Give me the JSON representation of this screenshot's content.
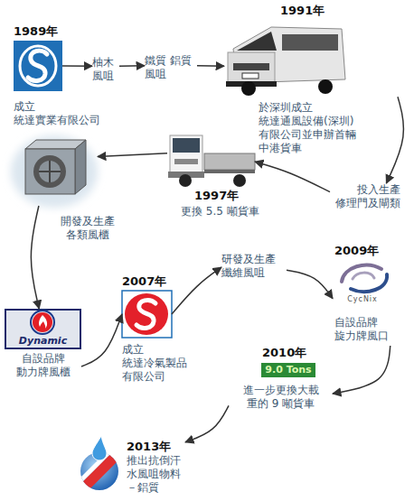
{
  "diagram": {
    "nodes": [
      {
        "text": [
          "1989年",
          "成立 統達實業有限公司"
        ]
      },
      {
        "text": [
          "柚木 風咀"
        ]
      },
      {
        "text": [
          "鐵質 鋁質 風咀"
        ]
      },
      {
        "text": [
          "1991年",
          "於深圳成立 統達通風設備(深圳) 有限公司並申辦首輛 中港貨車"
        ]
      },
      {
        "text": [
          "投入生產 修理門及閘類"
        ]
      },
      {
        "text": [
          "1997年",
          "更換 5.5 噸貨車"
        ]
      },
      {
        "text": [
          "開發及生產 各類風櫃"
        ]
      },
      {
        "text": [
          "自設品牌 動力牌風櫃"
        ]
      },
      {
        "text": [
          "2007年",
          "成立 統達冷氣製品 有限公司"
        ]
      },
      {
        "text": [
          "研發及生產 纖維風咀"
        ]
      },
      {
        "text": [
          "2009年",
          "自設品牌 旋力牌風口"
        ]
      },
      {
        "text": [
          "2010年",
          "進一步更換大載 重的 9 噸貨車"
        ]
      },
      {
        "text": [
          "2013年",
          "推出抗倒汗 水風咀物料 －鋁質"
        ]
      }
    ],
    "edges": [
      {
        "from": 0,
        "to": 1,
        "arrow": "to"
      },
      {
        "from": 1,
        "to": 2,
        "arrow": "to"
      },
      {
        "from": 2,
        "to": 3,
        "arrow": "to"
      },
      {
        "from": 3,
        "to": 4,
        "arrow": "to"
      },
      {
        "from": 4,
        "to": 5,
        "arrow": "to"
      },
      {
        "from": 5,
        "to": 6,
        "arrow": "to"
      },
      {
        "from": 6,
        "to": 7,
        "arrow": "to"
      },
      {
        "from": 7,
        "to": 8,
        "arrow": "to"
      },
      {
        "from": 8,
        "to": 9,
        "arrow": "to"
      },
      {
        "from": 9,
        "to": 10,
        "arrow": "to"
      },
      {
        "from": 10,
        "to": 11,
        "arrow": "to"
      },
      {
        "from": 11,
        "to": 12,
        "arrow": "to"
      }
    ],
    "labels": [
      "Dynamic",
      "CycNix",
      "9.0 Tons"
    ]
  }
}
